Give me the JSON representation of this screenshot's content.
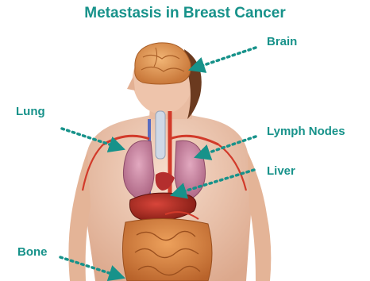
{
  "title": "Metastasis in Breast Cancer",
  "labels": {
    "brain": "Brain",
    "lung": "Lung",
    "lymph_nodes": "Lymph Nodes",
    "liver": "Liver",
    "bone": "Bone"
  },
  "colors": {
    "accent": "#17928a",
    "skin": "#efc8b0",
    "brain": "#e8a05a",
    "lung": "#c98aa6",
    "liver": "#b32a1c",
    "vessels": "#d23a2a",
    "intestine": "#d9823a"
  }
}
